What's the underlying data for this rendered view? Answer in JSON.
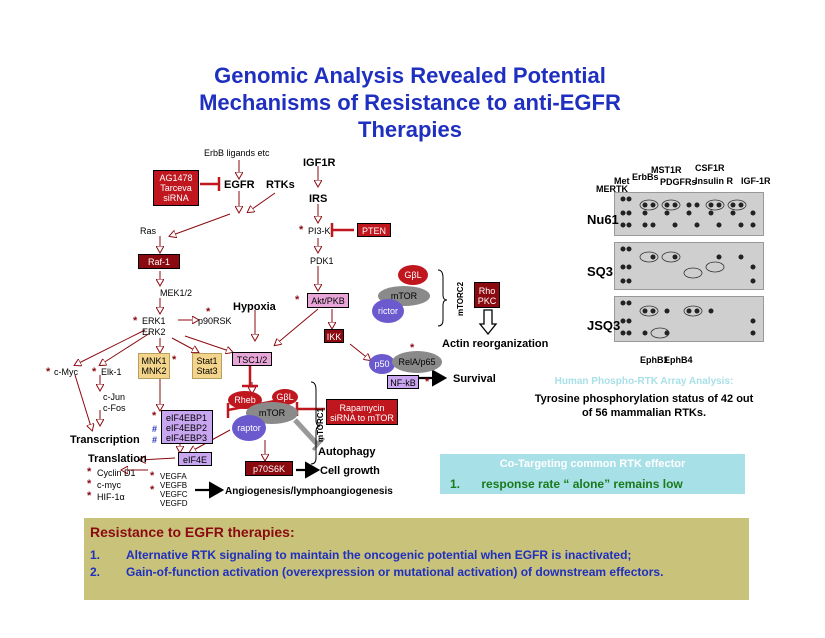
{
  "title": "Genomic Analysis Revealed Potential Mechanisms of Resistance to anti-EGFR Therapies",
  "colors": {
    "title_blue": "#1f2fbf",
    "inhibitor_red": "#c0171f",
    "dark_red": "#8b0a10",
    "green_text": "#1a7a1a"
  },
  "pathway": {
    "erbb_ligands": "ErbB ligands etc",
    "igf1r": "IGF1R",
    "egfr": "EGFR",
    "rtks": "RTKs",
    "irs": "IRS",
    "inhibitor_box": [
      "AG1478",
      "Tarceva",
      "siRNA"
    ],
    "ras": "Ras",
    "pi3k": "PI3-K",
    "pten": "PTEN",
    "raf1": "Raf-1",
    "pdk1": "PDK1",
    "mek": "MEK1/2",
    "gbl1": "GβL",
    "mtor1": "mTOR",
    "rictor": "rictor",
    "mtorc2": "mTORC2",
    "rho_pkc": [
      "Rho",
      "PKC"
    ],
    "hypoxia": "Hypoxia",
    "akt": "Akt/PKB",
    "erk1": "ERK1",
    "erk2": "ERK2",
    "p90rsk": "p90RSK",
    "ikk": "IKK",
    "actin": "Actin reorganization",
    "cmyc": "c-Myc",
    "elk1": "Elk-1",
    "mnk": [
      "MNK1",
      "MNK2"
    ],
    "stat": [
      "Stat1",
      "Stat3"
    ],
    "tsc": "TSC1/2",
    "p50": "p50",
    "rela": "RelA/p65",
    "nfkb": "NF-kB",
    "survival": "Survival",
    "cjun": "c-Jun",
    "cfos": "c-Fos",
    "rheb": "Rheb",
    "gbl2": "GβL",
    "mtor2": "mTOR",
    "raptor": "raptor",
    "mtorc1": "mTORC1",
    "rapamycin": [
      "Rapamycin",
      "siRNA to mTOR"
    ],
    "transcription": "Transcription",
    "eif4ebp": [
      "eIF4EBP1",
      "eIF4EBP2",
      "eIF4EBP3"
    ],
    "autophagy": "Autophagy",
    "translation": "Translation",
    "eif4e": "eIF4E",
    "p70s6k": "p70S6K",
    "cell_growth": "Cell growth",
    "cyclin_group": [
      "Cyclin D1",
      "c-myc",
      "HIF-1α"
    ],
    "vegf_group": [
      "VEGFA",
      "VEGFB",
      "VEGFC",
      "VEGFD"
    ],
    "angiogenesis": "Angiogenesis/lymphoangiogenesis"
  },
  "array": {
    "rtk_labels": [
      "MERTK",
      "Met",
      "ErbBs",
      "MST1R",
      "PDGFRs",
      "CSF1R",
      "Insulin R",
      "IGF-1R"
    ],
    "panels": [
      "Nu61",
      "SQ3",
      "JSQ3"
    ],
    "eph_labels": [
      "EphB1",
      "EphB4"
    ],
    "caption_title": "Human Phospho-RTK Array Analysis:",
    "caption_text": "Tyrosine phosphorylation status of 42 out of 56 mammalian RTKs."
  },
  "cotarget": {
    "title": "Co-Targeting common RTK effector",
    "item_num": "1.",
    "item_text": "response rate “ alone” remains low"
  },
  "resistance": {
    "heading": "Resistance to EGFR therapies:",
    "items": [
      {
        "num": "1.",
        "text": "Alternative RTK signaling to maintain the oncogenic potential when EGFR is inactivated;"
      },
      {
        "num": "2.",
        "text": "Gain-of-function activation (overexpression or mutational activation) of downstream effectors."
      }
    ]
  }
}
